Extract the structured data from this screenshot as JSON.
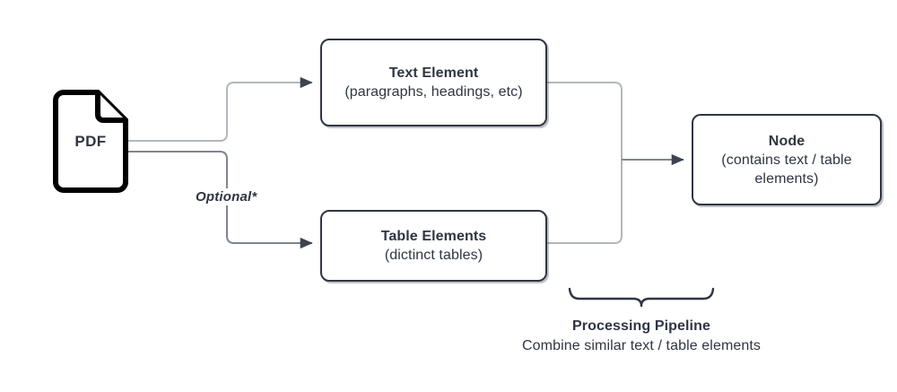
{
  "diagram": {
    "title": "PDF processing pipeline flow diagram",
    "background_color": "#ffffff",
    "stroke_color": "#2f3542",
    "connector_color_light": "#b3b7bd",
    "connector_color_dark": "#7f868f",
    "source": {
      "icon": "pdf-document-icon",
      "label": "PDF"
    },
    "nodes": [
      {
        "id": "text-element",
        "title": "Text Element",
        "subtitle": "(paragraphs, headings, etc)"
      },
      {
        "id": "table-elements",
        "title": "Table Elements",
        "subtitle": "(dictinct tables)"
      },
      {
        "id": "node",
        "title": "Node",
        "subtitle": "(contains text / table elements)"
      }
    ],
    "edge_labels": {
      "optional": "Optional*"
    },
    "annotation": {
      "brace": "curly-brace",
      "title": "Processing Pipeline",
      "subtitle": "Combine similar text / table elements"
    }
  }
}
